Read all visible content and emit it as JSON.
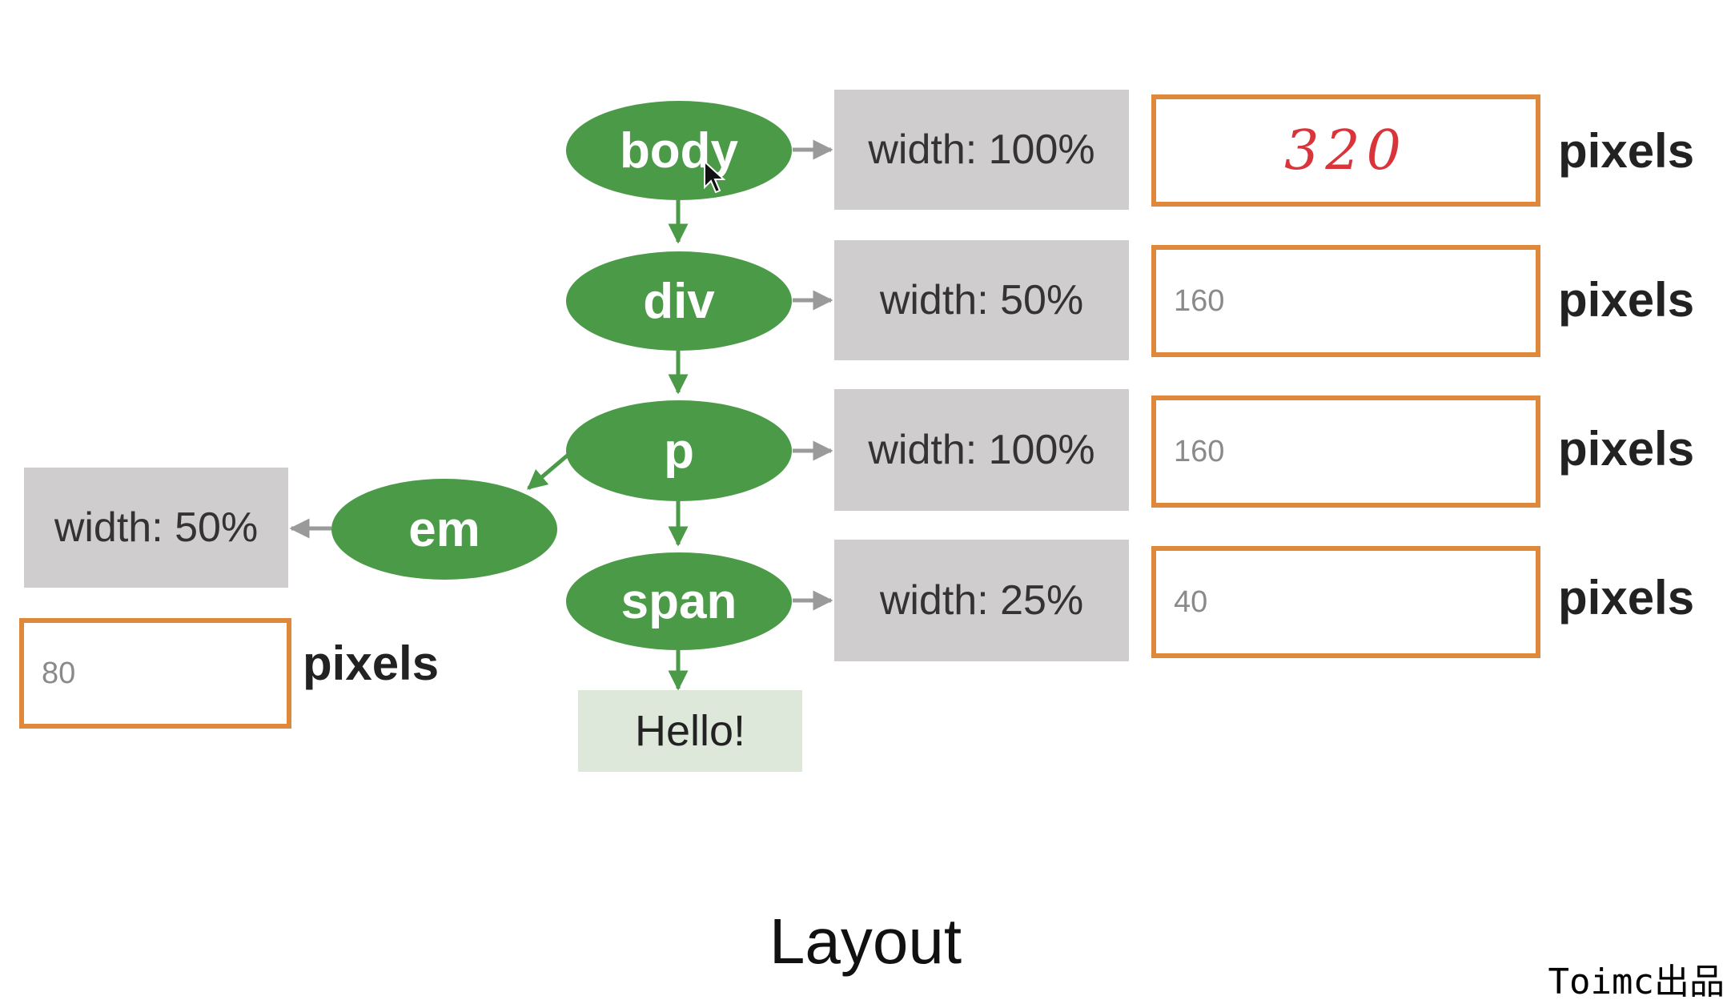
{
  "nodes": {
    "body": "body",
    "div": "div",
    "p": "p",
    "span": "span",
    "em": "em"
  },
  "widths": {
    "body": "width: 100%",
    "div": "width: 50%",
    "p": "width: 100%",
    "span": "width: 25%",
    "em": "width: 50%"
  },
  "answers": {
    "body": "320",
    "div": "160",
    "p": "160",
    "span": "40",
    "em": "80"
  },
  "unit_label": "pixels",
  "text_node": "Hello!",
  "caption": "Layout",
  "watermark": "Toimc出品",
  "colors": {
    "node_fill": "#4a9a48",
    "width_box": "#d0cdcf",
    "answer_border": "#e0883a",
    "handwritten": "#d8343a",
    "text_node_fill": "#dde8da",
    "arrow_green": "#4a9a48",
    "arrow_gray": "#9a9a9a"
  }
}
